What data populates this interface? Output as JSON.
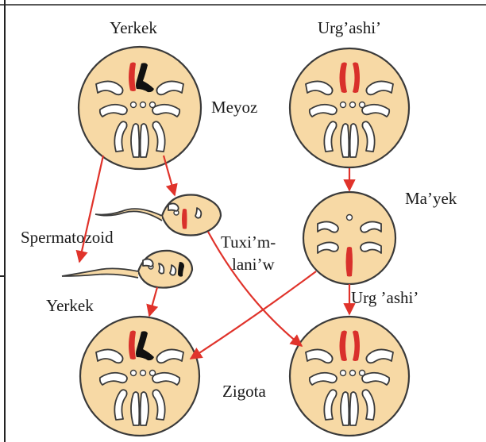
{
  "labels": {
    "male_top": "Yerkek",
    "female_top": "Urg’ashi’",
    "meiosis": "Meyoz",
    "egg": "Ma’yek",
    "sperm": "Spermatozoid",
    "fertilization_line1": "Tuxi’m-",
    "fertilization_line2": "lani’w",
    "male_bottom": "Yerkek",
    "female_bottom": "Urg ’ashi’",
    "zygote": "Zigota"
  },
  "colors": {
    "cell_fill": "#f7d9a5",
    "sex_chromosome_x": "#d9302b",
    "sex_chromosome_y": "#111111",
    "arrow": "#e0332b"
  }
}
